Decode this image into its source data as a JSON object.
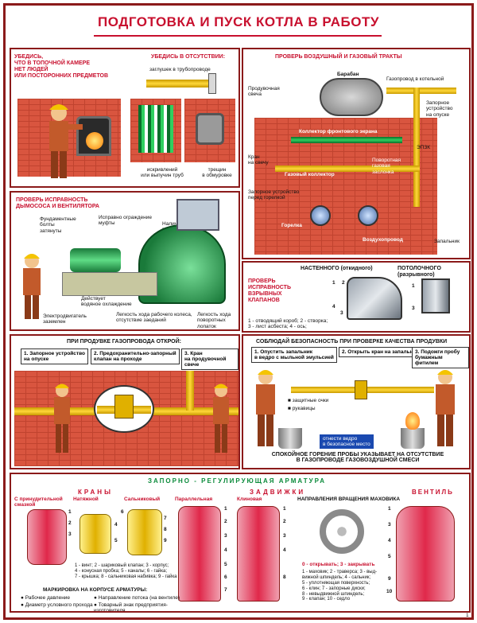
{
  "title": "ПОДГОТОВКА И ПУСК КОТЛА В РАБОТУ",
  "panel1": {
    "heading_left": "УБЕДИСЬ,\nЧТО В ТОПОЧНОЙ КАМЕРЕ\nНЕТ ЛЮДЕЙ\nИЛИ ПОСТОРОННИХ ПРЕДМЕТОВ",
    "heading_right": "УБЕДИСЬ В ОТСУТСТВИИ:",
    "plug_label": "заглушек в трубопроводе",
    "bent_label": "искривлений\nили выпучин труб",
    "crack_label": "трещин\nв обмуровке"
  },
  "panel2": {
    "heading": "ПРОВЕРЬ ВОЗДУШНЫЙ И ГАЗОВЫЙ ТРАКТЫ",
    "labels": {
      "drum": "Барабан",
      "gas_line": "Газопровод в котельной",
      "purge": "Продувочная\nсвеча",
      "shutoff_top": "Запорное\nустройство\nна опуске",
      "collector_front": "Коллектор фронтового экрана",
      "tap_candle": "Кран\nна свечу",
      "gas_collector": "Газовый коллектор",
      "rotary_damper": "Поворотная\nгазовая\nзаслонка",
      "epzk": "ЭПЗК",
      "shutoff_burner": "Запорное устройство\nперед горелкой",
      "burner": "Горелка",
      "air_duct": "Воздухопровод",
      "igniter": "Запальник"
    }
  },
  "panel3": {
    "heading": "ПРОВЕРЬ ИСПРАВНОСТЬ\nДЫМОСОСА И ВЕНТИЛЯТОРА",
    "labels": {
      "foundation": "Фундаментные\nболты\nзатянуты",
      "guard": "Исправно ограждение\nмуфты",
      "oil": "Наличие масла\nв подшипниках",
      "cooling": "Действует\nводяное охлаждение",
      "ground": "Электродвигатель\nзаземлен",
      "wheel": "Легкость хода рабочего колеса,\nотсутствие заеданий",
      "blades": "Легкость хода\nповоротных лопаток"
    }
  },
  "panel4": {
    "heading_wall": "НАСТЕННОГО (откидного)",
    "heading_ceiling": "ПОТОЛОЧНОГО (разрывного)",
    "main": "ПРОВЕРЬ\nИСПРАВНОСТЬ\nВЗРЫВНЫХ\nКЛАПАНОВ",
    "legend": "1 - отводящий короб; 2 - створка;\n3 - лист асбеста; 4 - ось;",
    "nums": [
      "1",
      "2",
      "4",
      "3",
      "1",
      "3"
    ]
  },
  "panel5": {
    "heading": "ПРИ ПРОДУВКЕ ГАЗОПРОВОДА ОТКРОЙ:",
    "step1": "1. Запорное устройство\nна опуске",
    "step2": "2. Предохранительно-запорный\nклапан на проходе",
    "step3": "3. Кран\nна продувочной свече"
  },
  "panel6": {
    "heading": "СОБЛЮДАЙ БЕЗОПАСНОСТЬ ПРИ ПРОВЕРКЕ КАЧЕСТВА ПРОДУВКИ",
    "step1": "1. Опустить запальник\nв ведро с мыльной эмульсией",
    "step2": "2. Открыть кран на запальник",
    "step3": "3. Подожги пробу\nбумажным фитилем",
    "goggles": "защитные очки",
    "gloves": "рукавицы",
    "carry": "отнести ведро\nв безопасное место",
    "bottom": "СПОКОЙНОЕ ГОРЕНИЕ ПРОБЫ УКАЗЫВАЕТ НА ОТСУТСТВИЕ\nВ ГАЗОПРОВОДЕ ГАЗОВОЗДУШНОЙ СМЕСИ"
  },
  "panel7": {
    "heading": "ЗАПОРНО - РЕГУЛИРУЮЩАЯ АРМАТУРА",
    "cranes": "КРАНЫ",
    "valves_gate": "ЗАДВИЖКИ",
    "ventil": "ВЕНТИЛЬ",
    "crane_forced": "С принудительной\nсмазкой",
    "crane_tension": "Натяжной",
    "crane_gland": "Сальниковый",
    "gate_parallel": "Параллельная",
    "gate_wedge": "Клиновая",
    "wheel_dir": "НАПРАВЛЕНИЯ ВРАЩЕНИЯ МАХОВИКА",
    "crane_legend": "1 - винт; 2 - шариковый клапан; 3 - корпус;\n4 - конусная пробка; 5 - каналы; 6 - гайка;\n7 - крышка; 8 - сальниковая набивка; 9 - гайка",
    "marking_title": "МАРКИРОВКА НА КОРПУСЕ АРМАТУРЫ:",
    "marking_items": [
      "Рабочее давление",
      "Диаметр условного прохода",
      "Направление потока (на вентиле)",
      "Товарный знак предприятия-изготовителя"
    ],
    "open_close": "0 - открывать;  3 - закрывать",
    "gate_legend": "1 - маховик; 2 - траверса; 3 - выд-\nвижной шпиндель; 4 - сальник;\n5 - уплотняющая поверхность;\n6 - клин; 7 - запорные диски;\n8 - невыдвижной шпиндель;\n9 - клапан; 10 - седло",
    "nums_crane": [
      "1",
      "2",
      "3",
      "4",
      "5",
      "6",
      "7",
      "8",
      "9"
    ],
    "nums_gate": [
      "1",
      "2",
      "3",
      "4",
      "5",
      "6",
      "7",
      "1",
      "2",
      "3",
      "4",
      "8"
    ],
    "nums_vent": [
      "1",
      "3",
      "4",
      "5",
      "9",
      "10"
    ]
  },
  "page_number": "1",
  "colors": {
    "frame": "#8b1a1a",
    "title": "#c8102e",
    "brick": "#d9553f",
    "gas": "#ffd83a",
    "green": "#1db34f"
  }
}
